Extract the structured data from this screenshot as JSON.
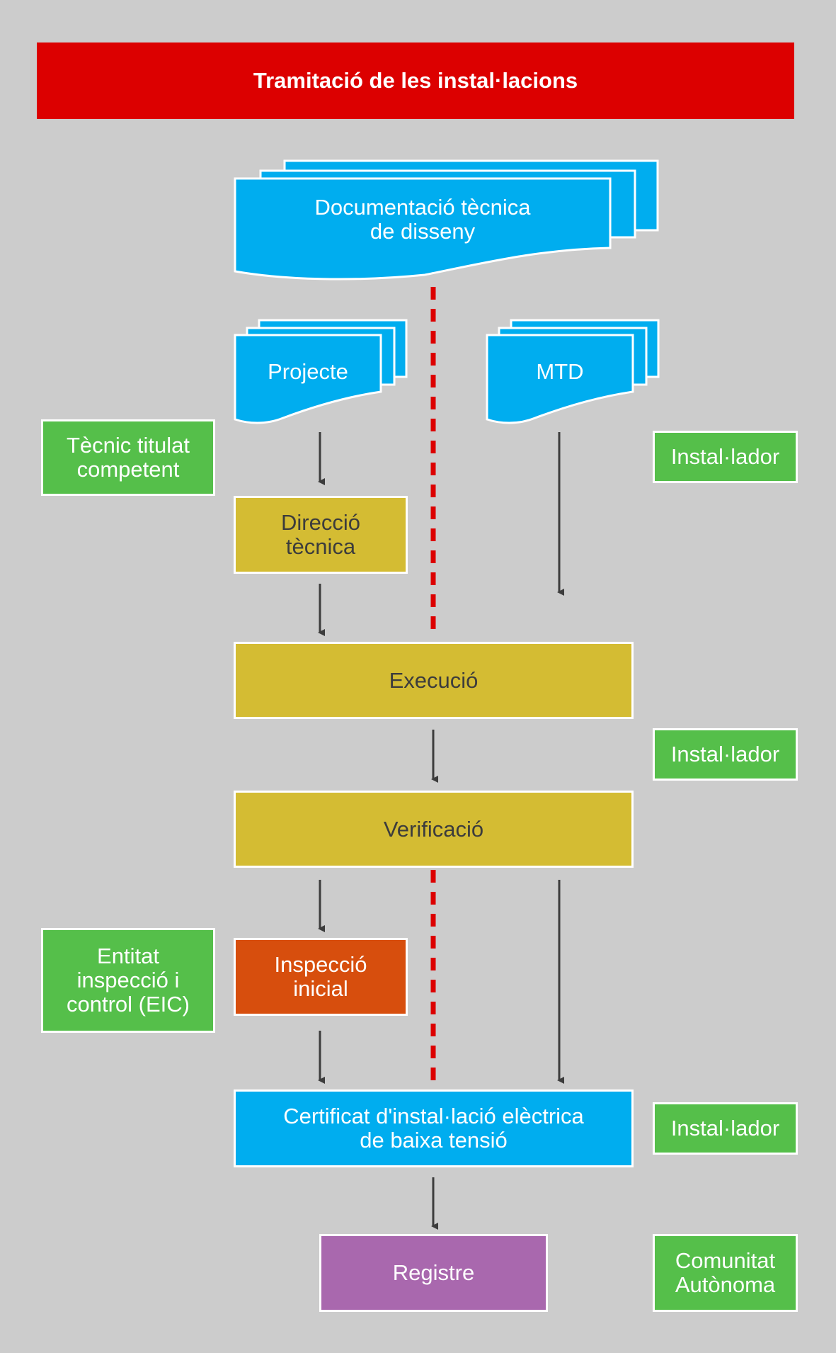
{
  "title": "Tramitació de les instal·lacions",
  "documents": {
    "design": "Documentació tècnica\nde disseny",
    "project": "Projecte",
    "mtd": "MTD"
  },
  "roles": {
    "tecnic": "Tècnic titulat\ncompetent",
    "installer_1": "Instal·lador",
    "installer_2": "Instal·lador",
    "eic": "Entitat\ninspecció i\ncontrol (EIC)",
    "installer_3": "Instal·lador",
    "comunitat": "Comunitat\nAutònoma"
  },
  "steps": {
    "direccio": "Direcció\ntècnica",
    "execucio": "Execució",
    "verificacio": "Verificació",
    "inspeccio": "Inspecció\ninicial",
    "certificat": "Certificat d'instal·lació elèctrica\nde baixa tensió",
    "registre": "Registre"
  },
  "colors": {
    "title": "#dc0000",
    "document": "#00adef",
    "role": "#55bf4a",
    "step": "#d4bc33",
    "inspection": "#d74e0d",
    "certificate": "#00adef",
    "registry": "#a968ae",
    "divider": "#dc0000",
    "arrow": "#3c3c3c"
  }
}
